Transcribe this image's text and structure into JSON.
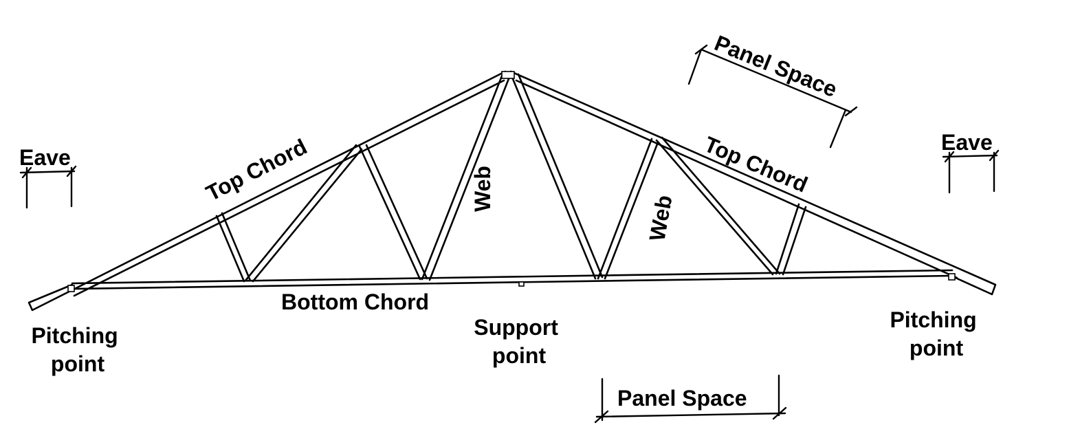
{
  "labels": {
    "eave_left": "Eave",
    "eave_right": "Eave",
    "top_chord_left": "Top Chord",
    "top_chord_right": "Top Chord",
    "web_left": "Web",
    "web_right": "Web",
    "panel_space_top": "Panel Space",
    "panel_space_bottom": "Panel Space",
    "bottom_chord": "Bottom Chord",
    "pitching_point_left": [
      "Pitching",
      "point"
    ],
    "pitching_point_right": [
      "Pitching",
      "point"
    ],
    "support_point": [
      "Support",
      "point"
    ]
  },
  "colors": {
    "line": "#000000",
    "background": "#ffffff"
  }
}
